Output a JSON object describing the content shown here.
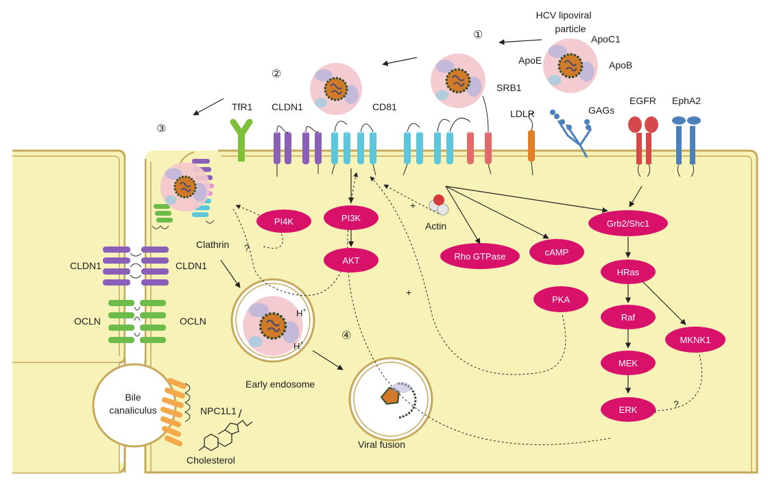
{
  "colors": {
    "cell": "#f7f3b8",
    "cell_border": "#c6a85a",
    "signal_node": "#d8116b",
    "lipo_particle": "#f3c7cc",
    "cldn": "#8a5fb8",
    "cd81": "#5cc7dc",
    "srb1_red": "#e26a6a",
    "ldlr": "#df7f2a",
    "egfr": "#d44a4a",
    "epha2": "#4d7fb8",
    "tfr1": "#7fbf3a",
    "ocln": "#6dbb4a",
    "npc1l1": "#f3a94a"
  },
  "steps": [
    "①",
    "②",
    "③",
    "④"
  ],
  "labels": {
    "hcv_particle_line1": "HCV lipoviral",
    "hcv_particle_line2": "particle",
    "apoc1": "ApoC1",
    "apoe": "ApoE",
    "apob": "ApoB",
    "srb1": "SRB1",
    "cd81": "CD81",
    "cldn1_top": "CLDN1",
    "tfr1": "TfR1",
    "ldlr": "LDLR",
    "gags": "GAGs",
    "egfr": "EGFR",
    "epha2": "EphA2",
    "clathrin": "Clathrin",
    "actin": "Actin",
    "cldn1_left": "CLDN1",
    "cldn1_right": "CLDN1",
    "ocln_left": "OCLN",
    "ocln_right": "OCLN",
    "bile_line1": "Bile",
    "bile_line2": "canaliculus",
    "npc1l1": "NPC1L1",
    "cholesterol": "Cholesterol",
    "early_endosome": "Early endosome",
    "viral_fusion": "Viral fusion",
    "h_plus_1": "H",
    "h_plus_2": "H",
    "plus_sup": "+",
    "plus_1": "+",
    "plus_2": "+",
    "question_1": "?",
    "question_2": "?"
  },
  "signaling_nodes": {
    "pi4k": "PI4K",
    "pi3k": "PI3K",
    "akt": "AKT",
    "rho_gtpase": "Rho GTPase",
    "camp": "cAMP",
    "pka": "PKA",
    "grb2_shc1": "Grb2/Shc1",
    "hras": "HRas",
    "raf": "Raf",
    "mek": "MEK",
    "erk": "ERK",
    "mknk1": "MKNK1"
  }
}
